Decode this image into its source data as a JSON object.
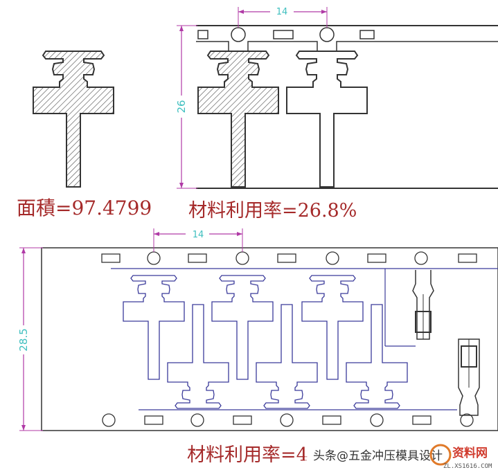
{
  "top_left": {
    "area_label": "面積=97.4799"
  },
  "top_right": {
    "pitch_dim": "14",
    "height_dim": "26",
    "utilization_label": "材料利用率=26.8%"
  },
  "bottom": {
    "pitch_dim": "14",
    "width_dim": "28.5",
    "utilization_label": "材料利用率=4"
  },
  "watermark": {
    "text": "头条@五金冲压模具设计",
    "logo": "资料网",
    "logo_url": "ZL.XS1616.COM"
  },
  "colors": {
    "part_outline": "#333333",
    "hatch": "#444444",
    "dimension": "#b03aa6",
    "dimension_text": "#3fbfbf",
    "label_red": "#a52a2a",
    "strip_blue": "#3a3a9a"
  }
}
